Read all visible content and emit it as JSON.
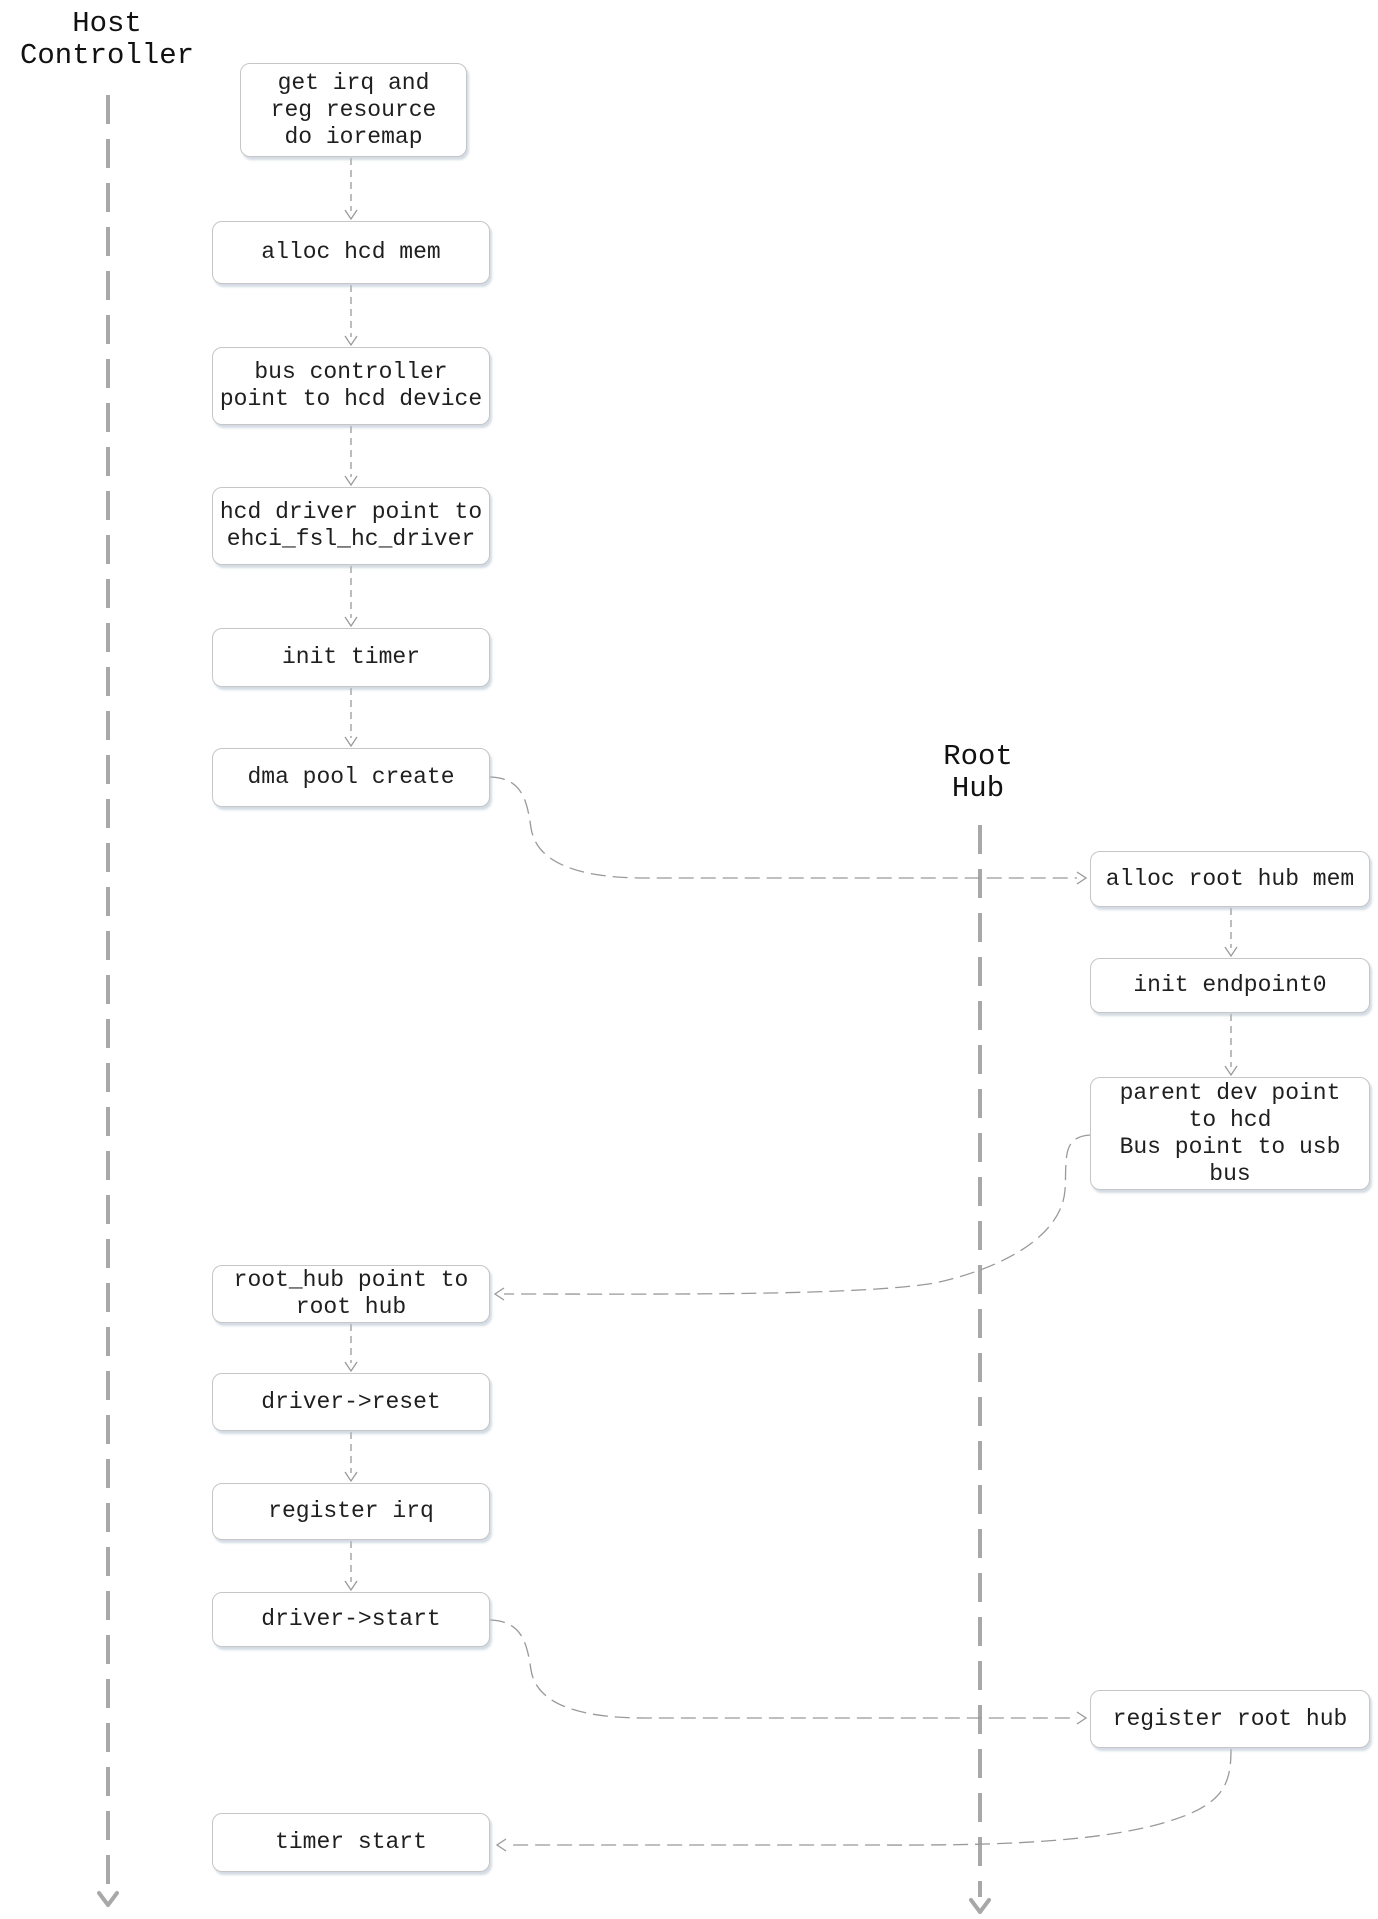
{
  "colors": {
    "background": "#ffffff",
    "box_border": "#c6c6c6",
    "box_fill": "#ffffff",
    "box_text": "#1f1f1f",
    "connector": "#999999",
    "lifeline": "#a8a8a8",
    "label_text": "#111111"
  },
  "lanes": {
    "host": {
      "label": "Host\nController"
    },
    "root_hub": {
      "label": "Root\nHub"
    }
  },
  "boxes": {
    "get_irq": {
      "label": "get irq and\nreg resource\ndo ioremap"
    },
    "alloc_hcd_mem": {
      "label": "alloc hcd mem"
    },
    "bus_controller": {
      "label": "bus controller\npoint to hcd device"
    },
    "hcd_driver": {
      "label": "hcd driver point to\nehci_fsl_hc_driver"
    },
    "init_timer": {
      "label": "init timer"
    },
    "dma_pool_create": {
      "label": "dma pool create"
    },
    "root_hub_point": {
      "label": "root_hub point to\nroot hub"
    },
    "driver_reset": {
      "label": "driver->reset"
    },
    "register_irq": {
      "label": "register irq"
    },
    "driver_start": {
      "label": "driver->start"
    },
    "timer_start": {
      "label": "timer start"
    },
    "alloc_root_hub_mem": {
      "label": "alloc root hub mem"
    },
    "init_endpoint0": {
      "label": "init endpoint0"
    },
    "parent_dev": {
      "label": "parent dev point\nto hcd\nBus point to usb\nbus"
    },
    "register_root_hub": {
      "label": "register root hub"
    }
  }
}
